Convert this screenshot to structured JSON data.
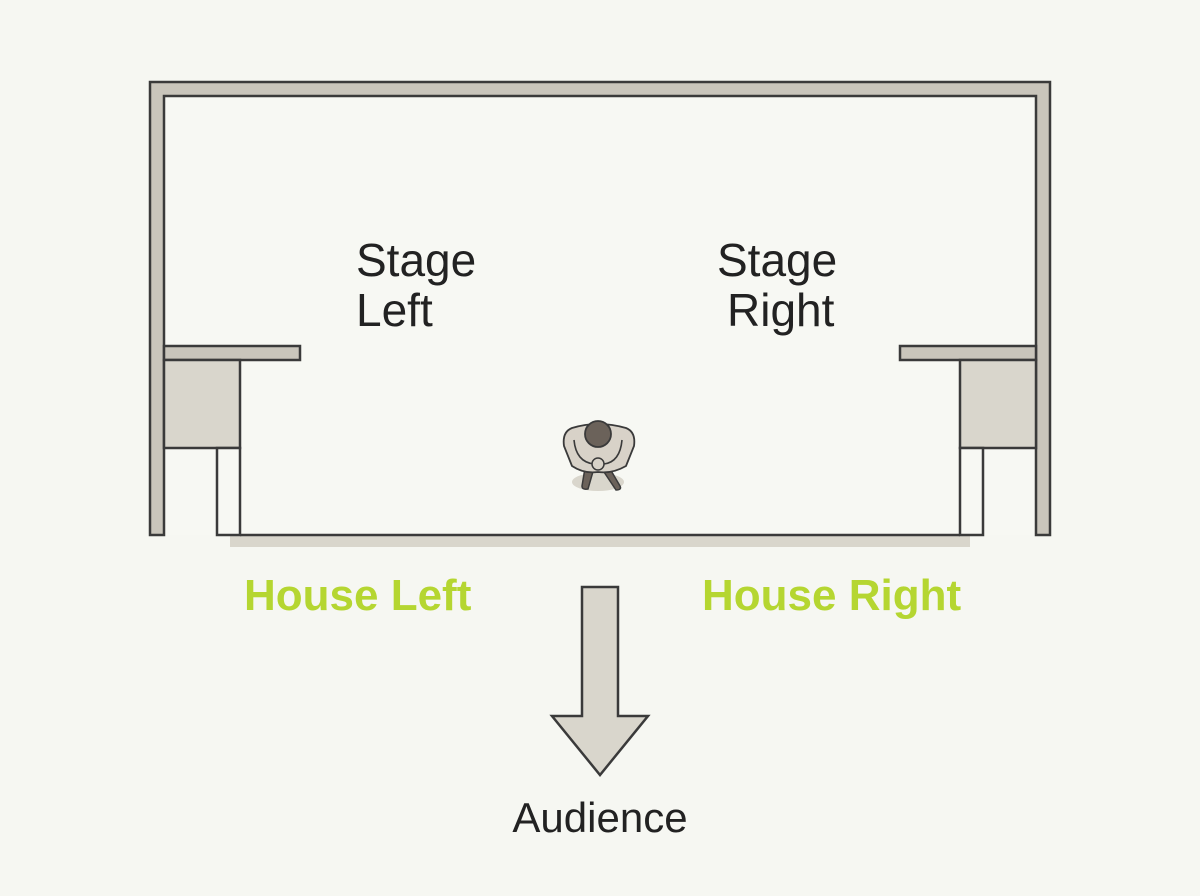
{
  "labels": {
    "stage_left": {
      "line1": "Stage",
      "line2": "Left"
    },
    "stage_right": {
      "line1": "Stage",
      "line2": "Right"
    },
    "house_left": "House Left",
    "house_right": "House Right",
    "audience": "Audience"
  },
  "colors": {
    "background": "#f6f7f2",
    "wall_fill": "#c9c5bb",
    "wall_stroke": "#3a3a3a",
    "wing_fill": "#d9d6cc",
    "stage_floor": "#f7f8f3",
    "apron_shadow": "#d9d6cc",
    "house_label": "#b5d631",
    "text_dark": "#222222",
    "arrow_fill": "#d9d6cc",
    "figure_body": "#d8d2c8",
    "figure_head": "#6b625a"
  },
  "icons": {
    "performer": "person-top-view-icon",
    "arrow": "arrow-down-icon"
  }
}
